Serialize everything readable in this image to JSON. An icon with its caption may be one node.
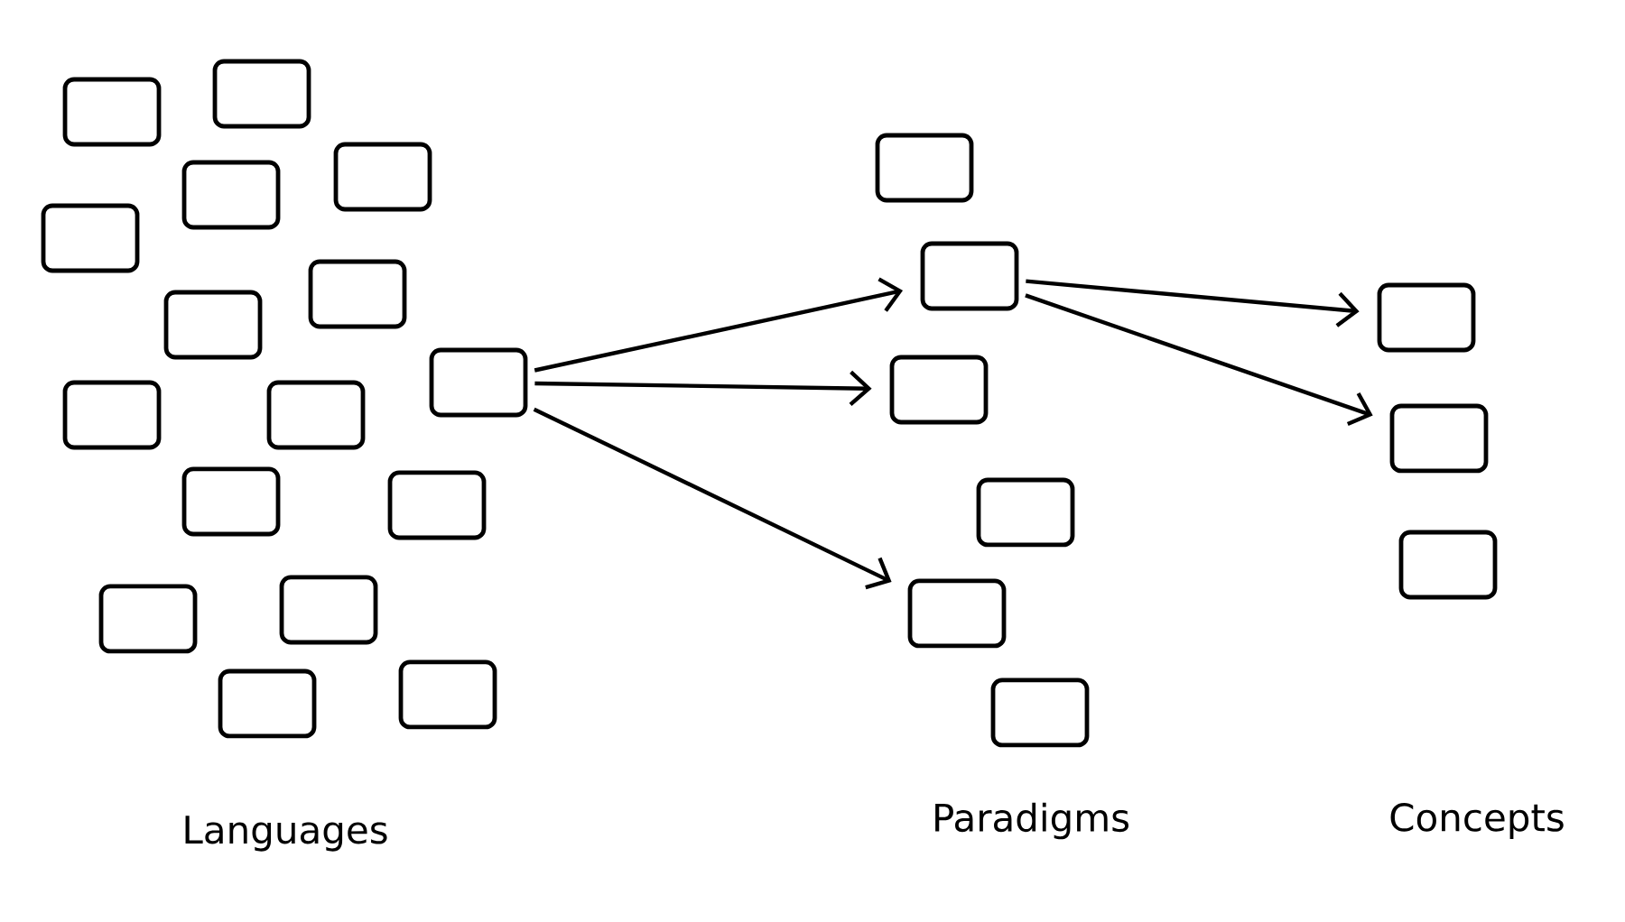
{
  "diagram": {
    "nodes": [
      {
        "text": [],
        "shape": "box"
      },
      {
        "text": [],
        "shape": "box"
      },
      {
        "text": [],
        "shape": "box"
      },
      {
        "text": [],
        "shape": "box"
      },
      {
        "text": [],
        "shape": "box"
      },
      {
        "text": [],
        "shape": "box"
      },
      {
        "text": [],
        "shape": "box"
      },
      {
        "text": [],
        "shape": "box"
      },
      {
        "text": [],
        "shape": "box"
      },
      {
        "text": [],
        "shape": "box"
      },
      {
        "text": [],
        "shape": "box"
      },
      {
        "text": [],
        "shape": "box"
      },
      {
        "text": [],
        "shape": "box"
      },
      {
        "text": [],
        "shape": "box"
      },
      {
        "text": [],
        "shape": "box"
      },
      {
        "text": [],
        "shape": "box"
      },
      {
        "text": [],
        "shape": "box"
      },
      {
        "text": [],
        "shape": "box"
      },
      {
        "text": [],
        "shape": "box"
      },
      {
        "text": [],
        "shape": "box"
      },
      {
        "text": [],
        "shape": "box"
      },
      {
        "text": [],
        "shape": "box"
      },
      {
        "text": [],
        "shape": "box"
      },
      {
        "text": [],
        "shape": "box"
      },
      {
        "text": [],
        "shape": "box"
      }
    ],
    "edges": [
      {
        "from": 7,
        "to": 17,
        "arrow": "to"
      },
      {
        "from": 7,
        "to": 18,
        "arrow": "to"
      },
      {
        "from": 7,
        "to": 20,
        "arrow": "to"
      },
      {
        "from": 17,
        "to": 22,
        "arrow": "to"
      },
      {
        "from": 17,
        "to": 23,
        "arrow": "to"
      }
    ],
    "labels": [
      "Languages",
      "Paradigms",
      "Concepts"
    ]
  }
}
